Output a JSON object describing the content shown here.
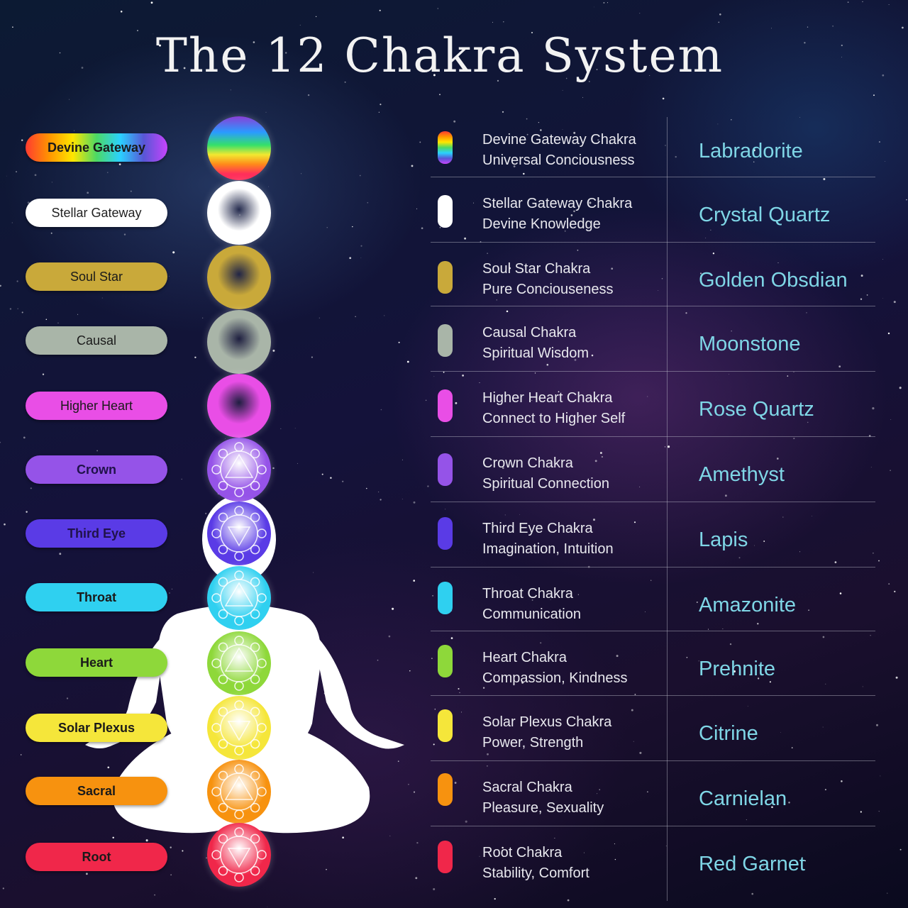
{
  "title": "The 12 Chakra System",
  "chakras": [
    {
      "label": "Devine Gateway",
      "name": "Devine Gateway Chakra",
      "meaning": "Universal Conciousness",
      "stone": "Labradorite",
      "color": "rainbow"
    },
    {
      "label": "Stellar Gateway",
      "name": "Stellar Gateway Chakra",
      "meaning": "Devine Knowledge",
      "stone": "Crystal Quartz",
      "color": "#ffffff"
    },
    {
      "label": "Soul Star",
      "name": "Soul Star Chakra",
      "meaning": "Pure Conciouseness",
      "stone": "Golden Obsdian",
      "color": "#c9a93a"
    },
    {
      "label": "Causal",
      "name": "Causal Chakra",
      "meaning": "Spiritual Wisdom",
      "stone": "Moonstone",
      "color": "#a9b5a8"
    },
    {
      "label": "Higher Heart",
      "name": "Higher Heart Chakra",
      "meaning": "Connect to Higher Self",
      "stone": "Rose Quartz",
      "color": "#e94ee6"
    },
    {
      "label": "Crown",
      "name": "Crown Chakra",
      "meaning": "Spiritual Connection",
      "stone": "Amethyst",
      "color": "#9553e8"
    },
    {
      "label": "Third Eye",
      "name": "Third Eye Chakra",
      "meaning": "Imagination, Intuition",
      "stone": "Lapis",
      "color": "#5a3be6"
    },
    {
      "label": "Throat",
      "name": "Throat Chakra",
      "meaning": "Communication",
      "stone": "Amazonite",
      "color": "#2fd0f0"
    },
    {
      "label": "Heart",
      "name": "Heart Chakra",
      "meaning": "Compassion, Kindness",
      "stone": "Prehnite",
      "color": "#8ed83a"
    },
    {
      "label": "Solar Plexus",
      "name": "Solar Plexus Chakra",
      "meaning": "Power, Strength",
      "stone": "Citrine",
      "color": "#f5e63a"
    },
    {
      "label": "Sacral",
      "name": "Sacral Chakra",
      "meaning": "Pleasure, Sexuality",
      "stone": "Carnielan",
      "color": "#f7920f"
    },
    {
      "label": "Root",
      "name": "Root Chakra",
      "meaning": "Stability, Comfort",
      "stone": "Red Garnet",
      "color": "#f0274a"
    }
  ]
}
